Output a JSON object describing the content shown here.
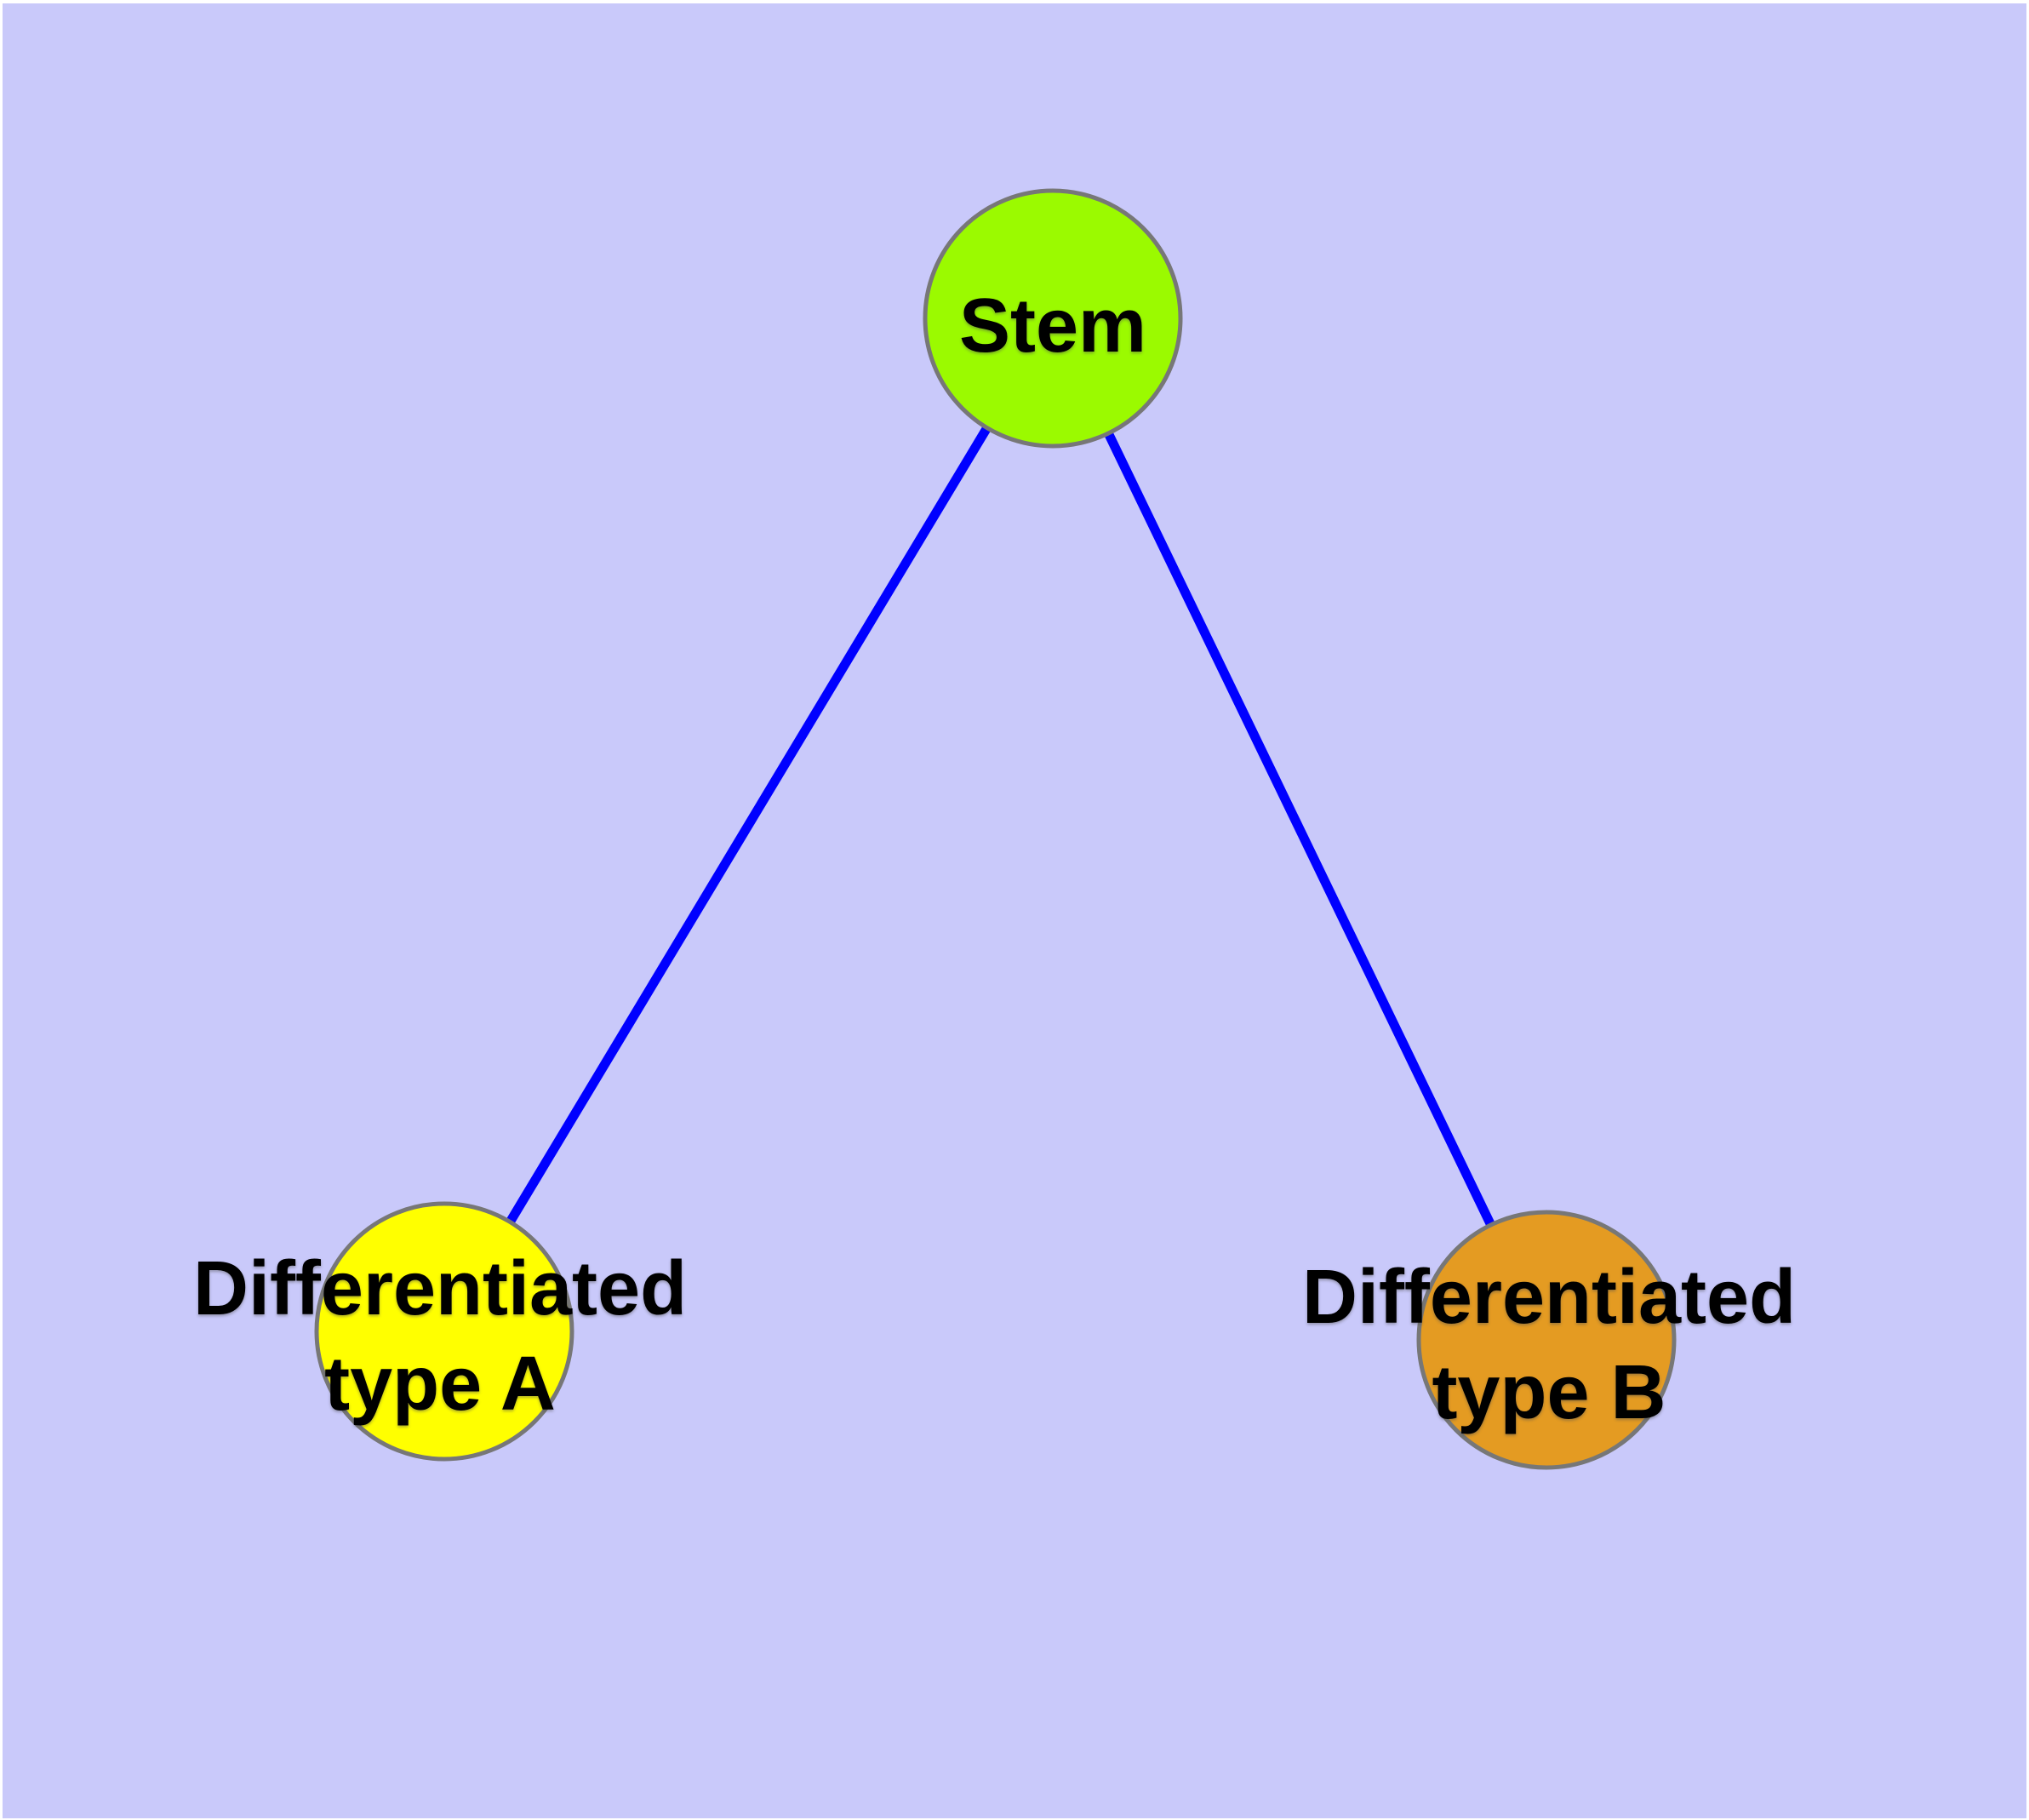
{
  "figure": {
    "background_color": "#C9C9FA",
    "frame_color": "#FFFFFF",
    "label_color": "#000000"
  },
  "graph": {
    "edge_color": "#0000FF",
    "node_border_color": "#777777",
    "nodes": [
      {
        "id": "stem",
        "label": "Stem",
        "label_lines": [
          "Stem"
        ],
        "fill": "#9BFA00"
      },
      {
        "id": "type-a",
        "label": "Differentiated type A",
        "label_lines": [
          "Differentiated",
          "type A"
        ],
        "fill": "#FFFF00"
      },
      {
        "id": "type-b",
        "label": "Differentiated type B",
        "label_lines": [
          "Differentiated",
          "type B"
        ],
        "fill": "#E49B22"
      }
    ],
    "edges": [
      {
        "from": "Stem",
        "to": "Differentiated type A"
      },
      {
        "from": "Stem",
        "to": "Differentiated type B"
      }
    ]
  }
}
